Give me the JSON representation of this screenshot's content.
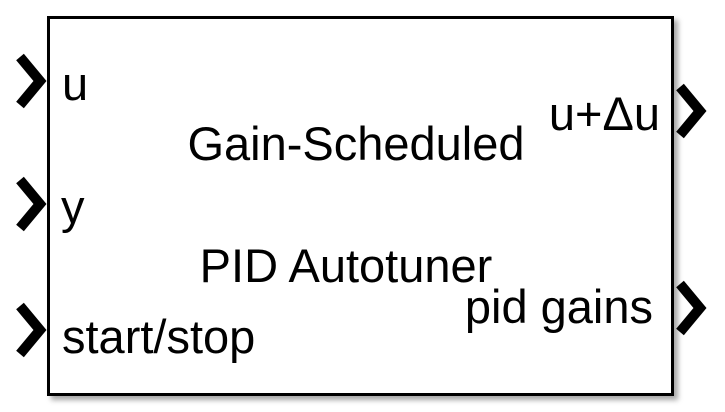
{
  "block": {
    "name": "Gain-Scheduled PID Autotuner",
    "title_line1": "Gain-Scheduled",
    "title_line2": "PID Autotuner",
    "inputs": [
      {
        "label": "u"
      },
      {
        "label": "y"
      },
      {
        "label": "start/stop"
      }
    ],
    "outputs": [
      {
        "label": "u+Δu"
      },
      {
        "label": "pid gains"
      }
    ],
    "colors": {
      "border": "#000000",
      "background": "#ffffff",
      "text": "#000000"
    }
  }
}
